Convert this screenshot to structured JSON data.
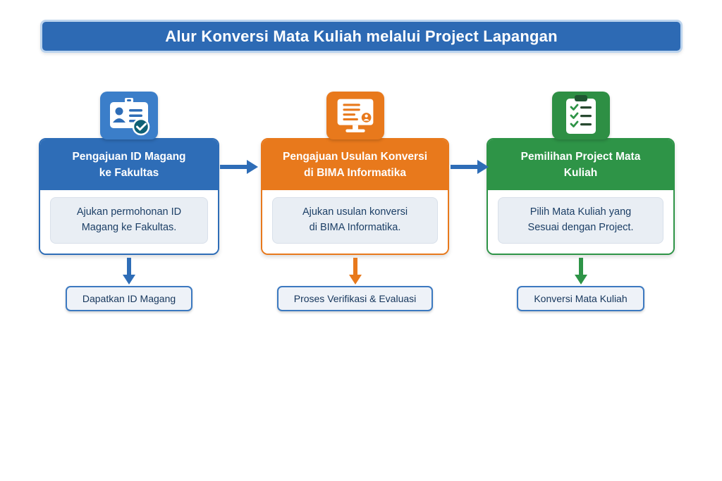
{
  "title": "Alur Konversi Mata Kuliah melalui Project Lapangan",
  "colors": {
    "banner_bg": "#2d6ab4",
    "banner_border": "#bcd4ee",
    "step1_accent": "#2e6db7",
    "step2_accent": "#e8791c",
    "step3_accent": "#2e9447",
    "body_box_bg": "#e9eef4",
    "result_border": "#3c79c0",
    "text_dark": "#16365c",
    "check_badge": "#0e6076"
  },
  "steps": [
    {
      "icon": "id-card-check-icon",
      "header": "Pengajuan ID Magang\nke Fakultas",
      "body": "Ajukan permohonan ID\nMagang ke Fakultas.",
      "result": "Dapatkan ID Magang"
    },
    {
      "icon": "monitor-document-icon",
      "header": "Pengajuan Usulan Konversi\ndi BIMA Informatika",
      "body": "Ajukan usulan konversi\ndi BIMA Informatika.",
      "result": "Proses Verifikasi & Evaluasi"
    },
    {
      "icon": "clipboard-checklist-icon",
      "header": "Pemilihan Project Mata\nKuliah",
      "body": "Pilih Mata Kuliah yang\nSesuai dengan Project.",
      "result": "Konversi Mata Kuliah"
    }
  ]
}
